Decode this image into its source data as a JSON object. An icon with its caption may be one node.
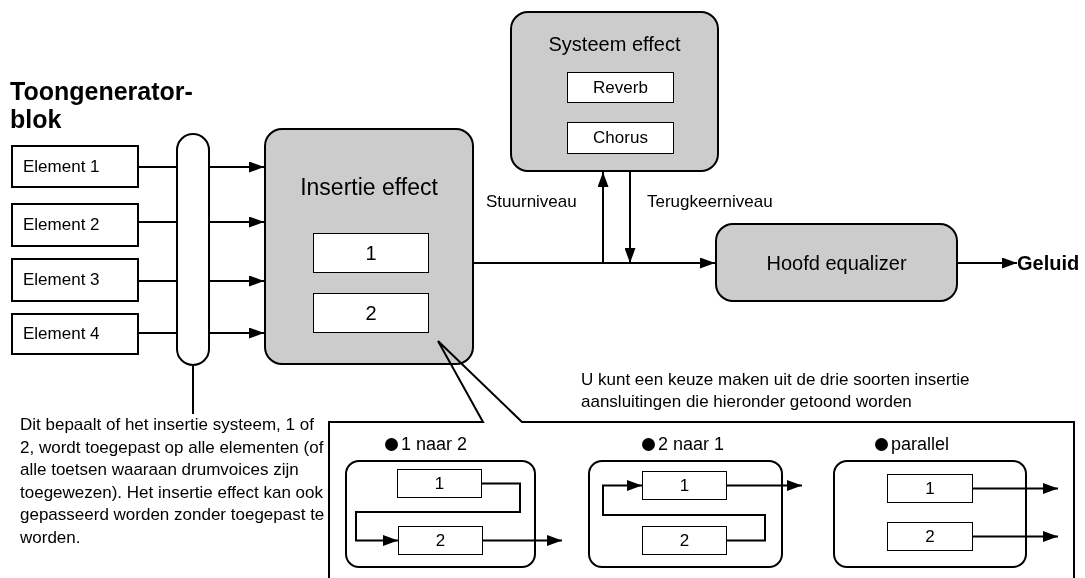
{
  "diagram": {
    "nodes": [
      {
        "text": [
          "Element 1"
        ]
      },
      {
        "text": [
          "Element 2"
        ]
      },
      {
        "text": [
          "Element 3"
        ]
      },
      {
        "text": [
          "Element 4"
        ]
      },
      {
        "text": [],
        "shape": "bar"
      },
      {
        "text": [
          "Insertie effect"
        ]
      },
      {
        "text": [
          "1"
        ],
        "in": 5
      },
      {
        "text": [
          "2"
        ],
        "in": 5
      },
      {
        "text": [
          "Systeem effect"
        ]
      },
      {
        "text": [
          "Reverb"
        ],
        "in": 8
      },
      {
        "text": [
          "Chorus"
        ],
        "in": 8
      },
      {
        "text": [
          "Hoofd equalizer"
        ]
      },
      {
        "text": [
          "Geluid"
        ]
      },
      {
        "text": [
          "Dit bepaalt of het insertie systeem, 1 of 2, wordt toegepast op alle elementen (of alle toetsen waaraan drumvoices zijn toegewezen). Het insertie effect kan ook gepasseerd worden zonder toegepast te worden."
        ]
      },
      {
        "text": [
          "U kunt een keuze maken uit de drie soorten insertie aansluitingen die hieronder getoond worden"
        ]
      },
      {
        "text": [
          "1 naar 2"
        ],
        "in": 14
      },
      {
        "text": [
          "1"
        ],
        "in": 15
      },
      {
        "text": [
          "2"
        ],
        "in": 15
      },
      {
        "text": [
          "2 naar 1"
        ],
        "in": 14
      },
      {
        "text": [
          "1"
        ],
        "in": 18
      },
      {
        "text": [
          "2"
        ],
        "in": 18
      },
      {
        "text": [
          "parallel"
        ],
        "in": 14
      },
      {
        "text": [
          "1"
        ],
        "in": 21
      },
      {
        "text": [
          "2"
        ],
        "in": 21
      }
    ],
    "edges": [
      {
        "from": 0,
        "to": 4,
        "arrow": "none"
      },
      {
        "from": 1,
        "to": 4,
        "arrow": "none"
      },
      {
        "from": 2,
        "to": 4,
        "arrow": "none"
      },
      {
        "from": 3,
        "to": 4,
        "arrow": "none"
      },
      {
        "from": 4,
        "to": 5,
        "arrow": "to"
      },
      {
        "from": 4,
        "to": 5,
        "arrow": "to"
      },
      {
        "from": 4,
        "to": 5,
        "arrow": "to"
      },
      {
        "from": 4,
        "to": 5,
        "arrow": "to"
      },
      {
        "from": 5,
        "to": 11,
        "arrow": "to"
      },
      {
        "from": null,
        "to": 8,
        "arrow": "to",
        "label": "Stuurniveau"
      },
      {
        "from": 8,
        "to": null,
        "arrow": "to",
        "label": "Terugkeerniveau"
      },
      {
        "from": 11,
        "to": 12,
        "arrow": "to"
      },
      {
        "from": 13,
        "to": 4,
        "arrow": "none"
      },
      {
        "from": 16,
        "to": 17,
        "arrow": "to"
      },
      {
        "from": 17,
        "to": null,
        "arrow": "to"
      },
      {
        "from": 20,
        "to": 19,
        "arrow": "to"
      },
      {
        "from": 19,
        "to": null,
        "arrow": "to"
      },
      {
        "from": 22,
        "to": null,
        "arrow": "to"
      },
      {
        "from": 23,
        "to": null,
        "arrow": "to"
      }
    ],
    "labels": [
      "Toongenerator- blok"
    ]
  }
}
